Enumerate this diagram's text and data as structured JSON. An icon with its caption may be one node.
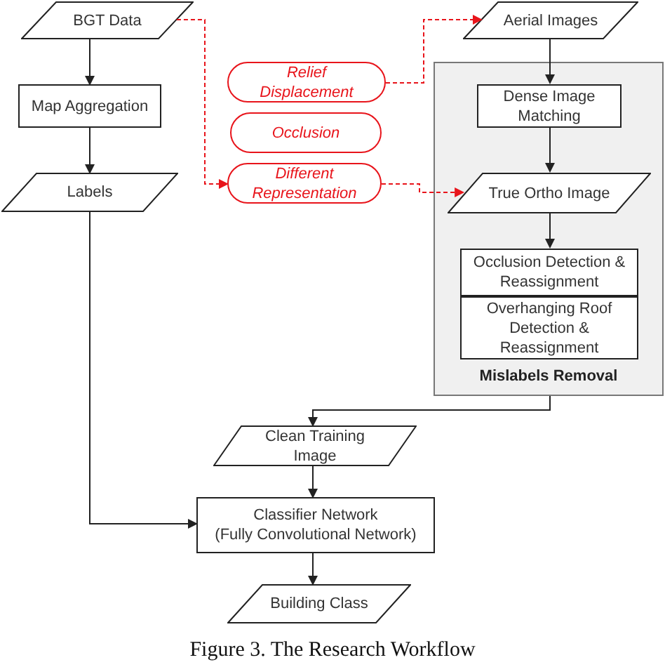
{
  "diagram": {
    "caption": "Figure 3. The Research Workflow",
    "nodes": [
      {
        "text": [
          "BGT Data"
        ]
      },
      {
        "text": [
          "Map Aggregation"
        ]
      },
      {
        "text": [
          "Labels"
        ]
      },
      {
        "text": [
          "Relief Displacement"
        ]
      },
      {
        "text": [
          "Occlusion"
        ]
      },
      {
        "text": [
          "Different Representation"
        ]
      },
      {
        "text": [
          "Aerial Images"
        ]
      },
      {
        "text": [
          "Mislabels Removal"
        ]
      },
      {
        "text": [
          "Dense Image Matching"
        ],
        "in": 7
      },
      {
        "text": [
          "True Ortho Image"
        ],
        "in": 7
      },
      {
        "text": [
          "Occlusion Detection & Reassignment"
        ],
        "in": 7
      },
      {
        "text": [
          "Overhanging Roof Detection & Reassignment"
        ],
        "in": 7
      },
      {
        "text": [
          "Clean Training Image"
        ]
      },
      {
        "text": [
          "Classifier Network",
          "(Fully Convolutional Network)"
        ]
      },
      {
        "text": [
          "Building Class"
        ]
      }
    ],
    "edges": [
      {
        "from": 0,
        "to": 1,
        "arrow": "to"
      },
      {
        "from": 1,
        "to": 2,
        "arrow": "to"
      },
      {
        "from": 2,
        "to": 13,
        "arrow": "to"
      },
      {
        "from": 0,
        "to": 5,
        "arrow": "to",
        "style": "dashed",
        "color": "#e8141b"
      },
      {
        "from": 3,
        "to": 6,
        "arrow": "to",
        "style": "dashed",
        "color": "#e8141b"
      },
      {
        "from": 5,
        "to": 9,
        "arrow": "to",
        "style": "dashed",
        "color": "#e8141b"
      },
      {
        "from": 6,
        "to": 8,
        "arrow": "to"
      },
      {
        "from": 8,
        "to": 9,
        "arrow": "to"
      },
      {
        "from": 9,
        "to": 10,
        "arrow": "to"
      },
      {
        "from": 7,
        "to": 12,
        "arrow": "to"
      },
      {
        "from": 12,
        "to": 13,
        "arrow": "to"
      },
      {
        "from": 13,
        "to": 14,
        "arrow": "to"
      }
    ]
  }
}
